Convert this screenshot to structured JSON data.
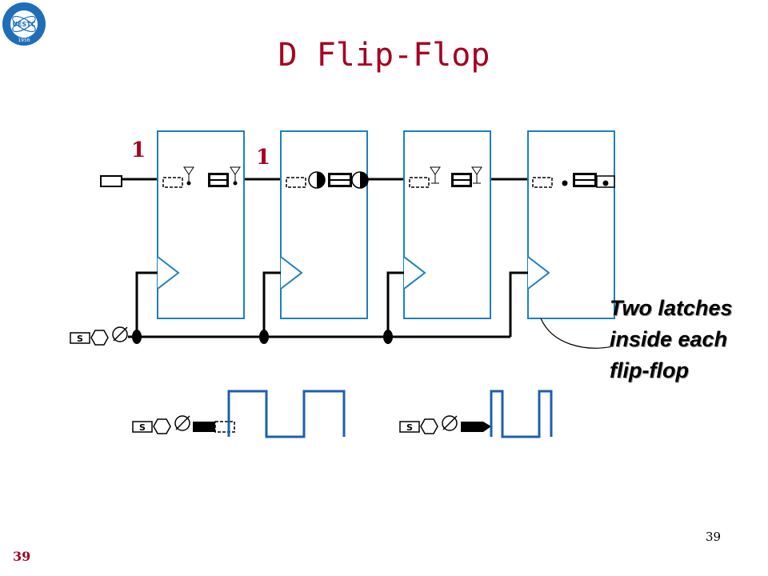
{
  "slide": {
    "title": "D Flip-Flop",
    "page_number": "39",
    "corner_page_number": "39"
  },
  "logo": {
    "icon": "university-seal-icon",
    "text": "UESTC",
    "year": "1956",
    "colors": {
      "ring": "#1f6fb8",
      "inner": "#ffffff"
    }
  },
  "diagram": {
    "stage_labels": [
      "1",
      "1"
    ],
    "clock_source_label": "S",
    "annotation_lines": [
      "Two latches",
      "inside each",
      "flip-flop"
    ],
    "waveforms": [
      {
        "source_label": "S",
        "pulses": 2
      },
      {
        "source_label": "S",
        "pulses": 2
      }
    ],
    "colors": {
      "box": "#1f7fc0",
      "wire": "#000000",
      "waveform": "#1f5fae",
      "label": "#a50021"
    }
  }
}
